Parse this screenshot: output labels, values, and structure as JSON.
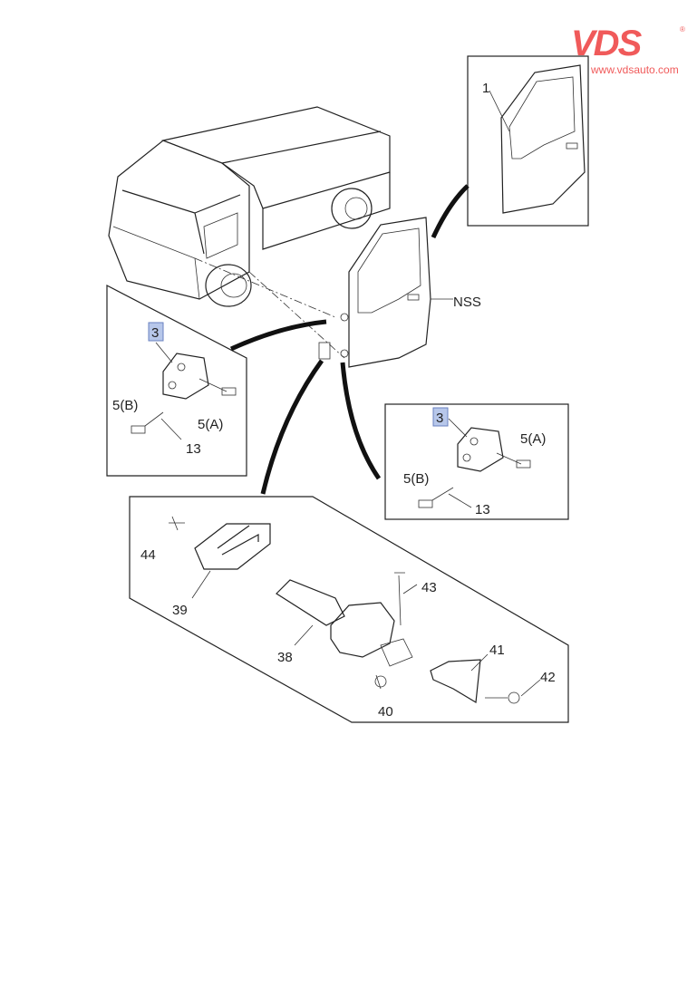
{
  "logo": {
    "brand": "VDS",
    "url": "www.vdsauto.com",
    "color": "#f05a5a"
  },
  "labels": {
    "door_part": "1",
    "nss": "NSS",
    "hinge_upper": {
      "part": "3",
      "bolt_b": "5(B)",
      "bolt_a": "5(A)",
      "washer": "13"
    },
    "hinge_lower": {
      "part": "3",
      "bolt_b": "5(B)",
      "bolt_a": "5(A)",
      "washer": "13"
    },
    "check": {
      "clip": "44",
      "cover": "39",
      "pin": "43",
      "strap": "38",
      "bracket": "41",
      "bolt": "42",
      "nut": "40"
    }
  },
  "highlight_color": "#b7c7ea"
}
